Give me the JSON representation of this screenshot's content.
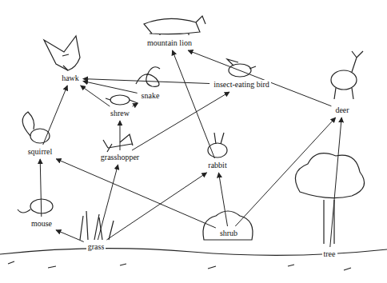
{
  "diagram": {
    "nodes": [
      {
        "text": [
          "hawk"
        ]
      },
      {
        "text": [
          "mountain lion"
        ]
      },
      {
        "text": [
          "snake"
        ]
      },
      {
        "text": [
          "insect-eating bird"
        ]
      },
      {
        "text": [
          "deer"
        ]
      },
      {
        "text": [
          "shrew"
        ]
      },
      {
        "text": [
          "squirrel"
        ]
      },
      {
        "text": [
          "grasshopper"
        ]
      },
      {
        "text": [
          "rabbit"
        ]
      },
      {
        "text": [
          "mouse"
        ]
      },
      {
        "text": [
          "grass"
        ]
      },
      {
        "text": [
          "shrub"
        ]
      },
      {
        "text": [
          "tree"
        ]
      }
    ],
    "edges": [
      {
        "from": 10,
        "to": 7,
        "arrow": "to"
      },
      {
        "from": 10,
        "to": 8,
        "arrow": "to"
      },
      {
        "from": 10,
        "to": 9,
        "arrow": "to"
      },
      {
        "from": 11,
        "to": 8,
        "arrow": "to"
      },
      {
        "from": 11,
        "to": 4,
        "arrow": "to"
      },
      {
        "from": 12,
        "to": 4,
        "arrow": "to"
      },
      {
        "from": 11,
        "to": 6,
        "arrow": "to"
      },
      {
        "from": 7,
        "to": 3,
        "arrow": "to"
      },
      {
        "from": 7,
        "to": 5,
        "arrow": "to"
      },
      {
        "from": 8,
        "to": 1,
        "arrow": "to"
      },
      {
        "from": 4,
        "to": 1,
        "arrow": "to"
      },
      {
        "from": 2,
        "to": 0,
        "arrow": "to"
      },
      {
        "from": 5,
        "to": 0,
        "arrow": "to"
      },
      {
        "from": 6,
        "to": 0,
        "arrow": "to"
      },
      {
        "from": 9,
        "to": 6,
        "arrow": "to"
      },
      {
        "from": 3,
        "to": 0,
        "arrow": "to"
      },
      {
        "from": 5,
        "to": 2,
        "arrow": "to"
      }
    ]
  }
}
